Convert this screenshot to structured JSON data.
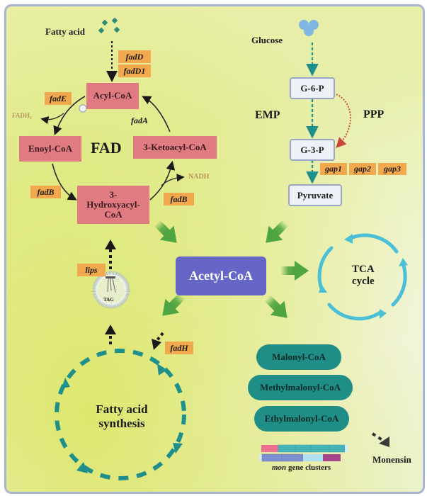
{
  "title": "Fatty acid metabolism and glycolysis feeding acetyl-CoA to monensin biosynthesis",
  "colors": {
    "pink_box": "#e07b82",
    "gene_label": "#f2a94e",
    "acetyl_coa": "#6566c6",
    "teal_box": "#1f8e86",
    "tca_arrow": "#4bbfd6",
    "green_arrow": "#52a844",
    "dashed_teal": "#1e8f8a",
    "ppp_arrow": "#c9443a"
  },
  "fad": {
    "substrate": "Fatty acid",
    "entry_genes": [
      "fadD",
      "fadD1"
    ],
    "cycle_label": "FAD",
    "nodes": {
      "acyl_coa": "Acyl-CoA",
      "enoyl_coa": "Enoyl-CoA",
      "ketoacyl_coa": "3-Ketoacyl-CoA",
      "hydroxyacyl_coa_line1": "3-",
      "hydroxyacyl_coa_line2": "Hydroxyacyl-",
      "hydroxyacyl_coa_line3": "CoA"
    },
    "genes": {
      "fadE": "fadE",
      "fadB_left": "fadB",
      "fadB_right": "fadB",
      "fadA": "fadA"
    },
    "cofactors": {
      "fadh2": "FADH₂",
      "nadh": "NADH"
    }
  },
  "glycolysis": {
    "substrate": "Glucose",
    "nodes": [
      "G-6-P",
      "G-3-P",
      "Pyruvate"
    ],
    "emp_label": "EMP",
    "ppp_label": "PPP",
    "genes": [
      "gap1",
      "gap2",
      "gap3"
    ]
  },
  "central": {
    "acetyl_coa": "Acetyl-CoA",
    "tca_line1": "TCA",
    "tca_line2": "cycle"
  },
  "lipid": {
    "lips_gene": "lips",
    "tag_label": "TAG",
    "fadH_gene": "fadH",
    "fas_line1": "Fatty acid",
    "fas_line2": "synthesis"
  },
  "precursors": [
    "Malonyl-CoA",
    "Methylmalonyl-CoA",
    "Ethylmalonyl-CoA"
  ],
  "monensin": {
    "product": "Monensin",
    "cluster_italic": "mon",
    "cluster_rest": " gene clusters"
  }
}
